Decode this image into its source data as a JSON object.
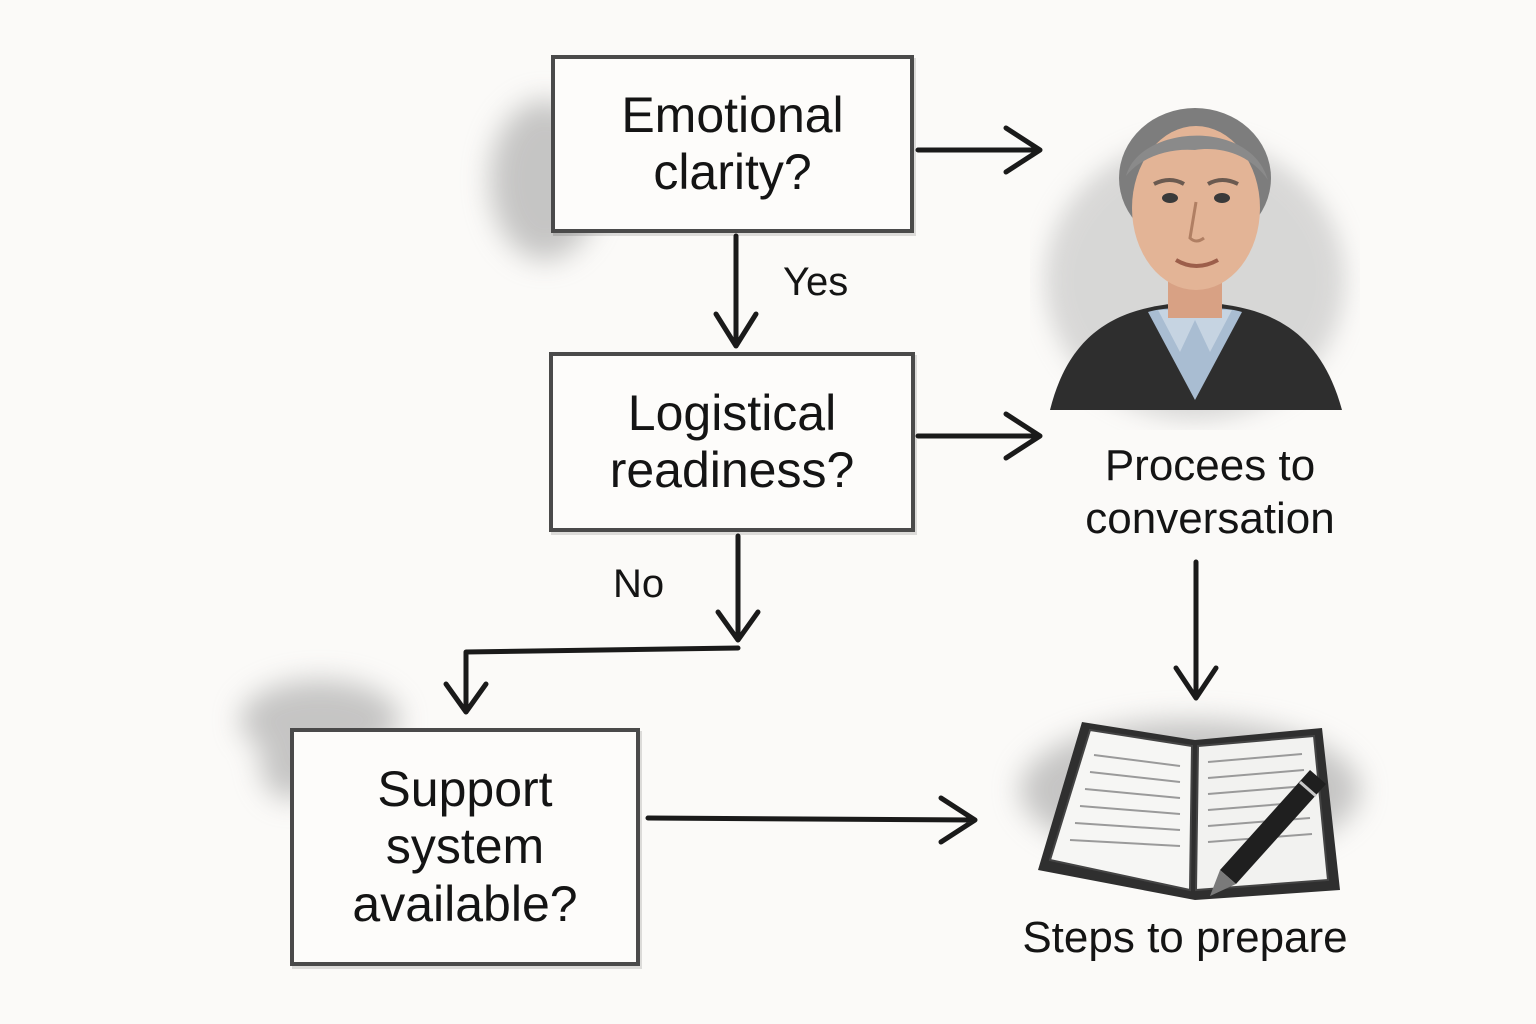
{
  "nodes": {
    "emotional": "Emotional\nclarity?",
    "logistical": "Logistical\nreadiness?",
    "support": "Support\nsystem\navailable?"
  },
  "edge_labels": {
    "yes": "Yes",
    "no": "No"
  },
  "outcomes": {
    "proceed": "Procees to\nconversation",
    "steps": "Steps to prepare"
  },
  "icons": {
    "portrait": "person-portrait-icon",
    "notebook": "notebook-pen-icon"
  },
  "colors": {
    "ink": "#141414",
    "box_border": "#4a4a4a",
    "background": "#fbfaf8",
    "wash": "#9a9a9a"
  }
}
